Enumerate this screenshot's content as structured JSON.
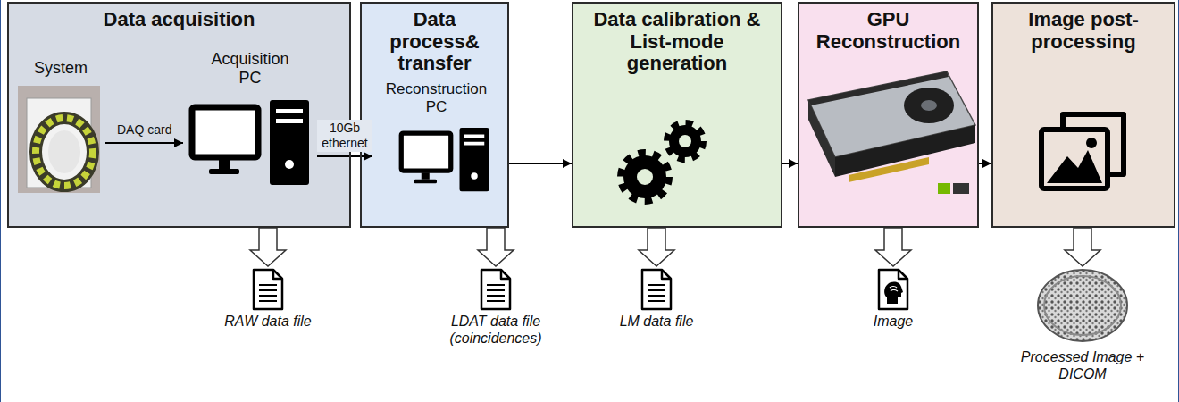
{
  "diagram": {
    "nodes": [
      {
        "text": [
          "Data acquisition"
        ]
      },
      {
        "text": [
          "System"
        ],
        "in": 0
      },
      {
        "text": [
          "Acquisition PC"
        ],
        "in": 0
      },
      {
        "text": [
          "Data process& transfer"
        ]
      },
      {
        "text": [
          "Reconstruction PC"
        ],
        "in": 3
      },
      {
        "text": [
          "Data calibration & List-mode generation"
        ]
      },
      {
        "text": [
          "GPU Reconstruction"
        ]
      },
      {
        "text": [
          "Image post-processing"
        ]
      },
      {
        "text": [
          "RAW data file"
        ]
      },
      {
        "text": [
          "LDAT data file (coincidences)"
        ]
      },
      {
        "text": [
          "LM data file"
        ]
      },
      {
        "text": [
          "Image"
        ]
      },
      {
        "text": [
          "Processed Image + DICOM"
        ]
      }
    ],
    "edges": [
      {
        "from": 1,
        "to": 2,
        "label": "DAQ card",
        "arrow": "to"
      },
      {
        "from": 2,
        "to": 4,
        "label": "10Gb ethernet",
        "arrow": "to"
      },
      {
        "from": 3,
        "to": 5,
        "arrow": "to"
      },
      {
        "from": 5,
        "to": 6,
        "arrow": "to"
      },
      {
        "from": 6,
        "to": 7,
        "arrow": "to"
      },
      {
        "from": 0,
        "to": 8,
        "arrow": "to"
      },
      {
        "from": 3,
        "to": 9,
        "arrow": "to"
      },
      {
        "from": 5,
        "to": 10,
        "arrow": "to"
      },
      {
        "from": 6,
        "to": 11,
        "arrow": "to"
      },
      {
        "from": 7,
        "to": 12,
        "arrow": "to"
      }
    ]
  }
}
